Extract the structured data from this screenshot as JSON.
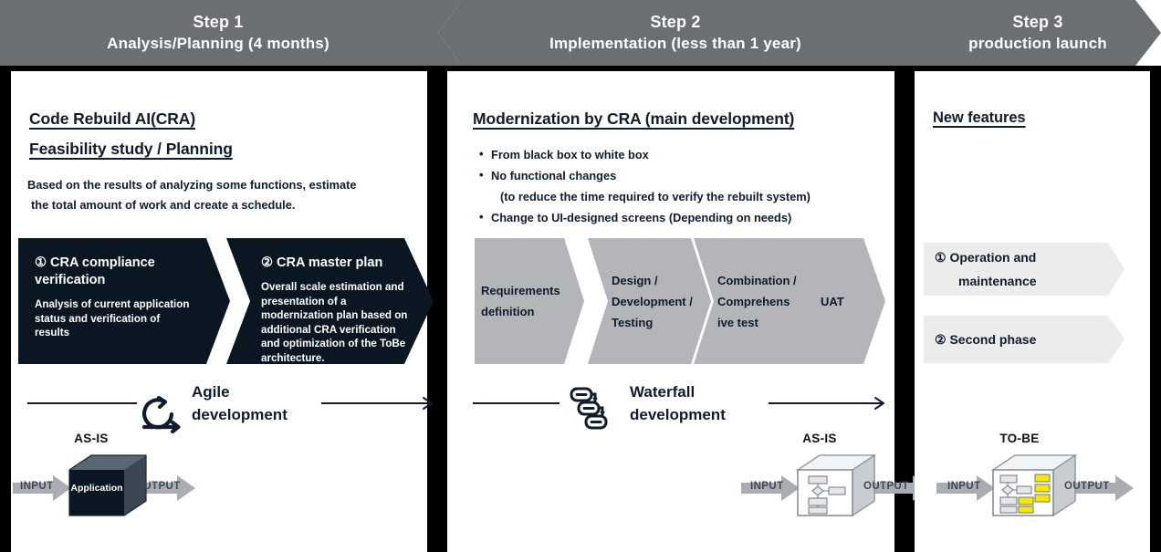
{
  "header": {
    "steps": [
      {
        "title": "Step 1",
        "subtitle": "Analysis/Planning (4 months)"
      },
      {
        "title": "Step 2",
        "subtitle": "Implementation (less than 1 year)"
      },
      {
        "title": "Step 3",
        "subtitle": "production launch"
      }
    ],
    "background_color": "#6b6f71",
    "text_color": "#ffffff"
  },
  "column1": {
    "heading_line1": "Code Rebuild AI(CRA)",
    "heading_line2": "Feasibility study / Planning",
    "description_line1": "Based on the results of analyzing some functions, estimate",
    "description_line2": "the total amount of work and create a schedule.",
    "process": {
      "accent_color": "#0b1623",
      "segments": [
        {
          "title_line1": "① CRA compliance",
          "title_line2": "verification",
          "body": "Analysis of current application status and verification of results"
        },
        {
          "title_line1": "② CRA master plan",
          "title_line2": "",
          "body": "Overall scale estimation and presentation of a modernization plan based on additional CRA verification and optimization of the ToBe architecture."
        }
      ]
    },
    "methodology": {
      "icon": "agile-loop-icon",
      "label_line1": "Agile",
      "label_line2": "development"
    },
    "cube": {
      "title": "AS-IS",
      "input_label": "INPUT",
      "output_label": "OUTPUT",
      "box_label": "Application",
      "style": "black-box"
    }
  },
  "column2": {
    "heading": "Modernization by CRA (main development)",
    "bullets": [
      {
        "text": "From black box to white box",
        "continuation": false
      },
      {
        "text": "No functional changes",
        "continuation": false
      },
      {
        "text": "(to reduce the time required to verify the rebuilt system)",
        "continuation": true
      },
      {
        "text": "Change to UI-designed screens (Depending on needs)",
        "continuation": false
      }
    ],
    "process": {
      "accent_color": "#b4b5b8",
      "segments": [
        {
          "lines": [
            "Requirements",
            "definition"
          ]
        },
        {
          "lines": [
            "Design /",
            "Development /",
            "Testing"
          ]
        },
        {
          "lines": [
            "Combination /",
            "Comprehens",
            "ive test"
          ]
        },
        {
          "lines": [
            "UAT"
          ]
        }
      ]
    },
    "methodology": {
      "icon": "waterfall-cascade-icon",
      "label_line1": "Waterfall",
      "label_line2": "development"
    },
    "cube": {
      "title": "AS-IS",
      "input_label": "INPUT",
      "output_label": "OUTPUT",
      "style": "white-box"
    }
  },
  "column3": {
    "heading": "New features",
    "banners": [
      {
        "line1": "① Operation and",
        "line2": "maintenance"
      },
      {
        "line1": "② Second phase",
        "line2": ""
      }
    ],
    "banner_color": "#ececec",
    "cube": {
      "title": "TO-BE",
      "input_label": "INPUT",
      "output_label": "OUTPUT",
      "style": "white-box-highlighted",
      "highlight_color": "#f7e600"
    }
  },
  "colors": {
    "header_gray": "#6b6f71",
    "dark_navy": "#0b1623",
    "process_gray": "#b4b5b8",
    "banner_gray": "#ececec",
    "arrow_gray": "#a9adb1",
    "separator_black": "#000000"
  }
}
